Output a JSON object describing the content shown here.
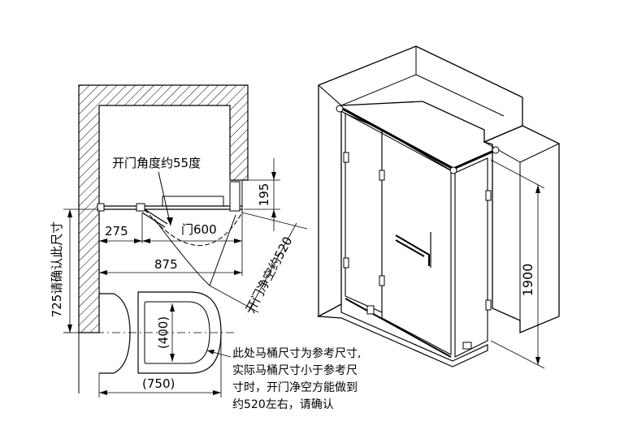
{
  "plan": {
    "door_angle": "开门角度约55度",
    "dim_195": "195",
    "dim_275": "275",
    "door_600": "门600",
    "dim_875": "875",
    "clear_520": "开门净空约520",
    "side_725": "725请确认此尺寸",
    "toilet_400": "(400)",
    "toilet_750": "(750)",
    "note_lines": [
      "此处马桶尺寸为参考尺寸,",
      "实际马桶尺寸小于参考尺",
      "寸时，开门净空方能做到",
      "约520左右，请确认"
    ]
  },
  "iso": {
    "height_1900": "1900"
  }
}
